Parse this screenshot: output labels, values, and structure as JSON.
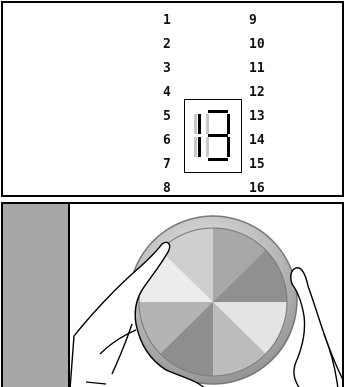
{
  "left_numbers": [
    "1",
    "2",
    "3",
    "4",
    "5",
    "6",
    "7",
    "8"
  ],
  "right_numbers": [
    "9",
    "10",
    "11",
    "12",
    "13",
    "14",
    "15",
    "16"
  ],
  "display": {
    "value": "13",
    "segment_on_color": "#000000",
    "segment_off_color": "#c8c8c8"
  },
  "colors": {
    "panel_border": "#000000",
    "gray_strip": "#a7a7a7",
    "knob_light": "#e6e6e6",
    "knob_dark": "#6e6e6e"
  },
  "icons": {
    "display": "seven-segment-display-icon",
    "knob": "rotary-knob-icon",
    "hands": "hands-holding-knob-icon"
  }
}
